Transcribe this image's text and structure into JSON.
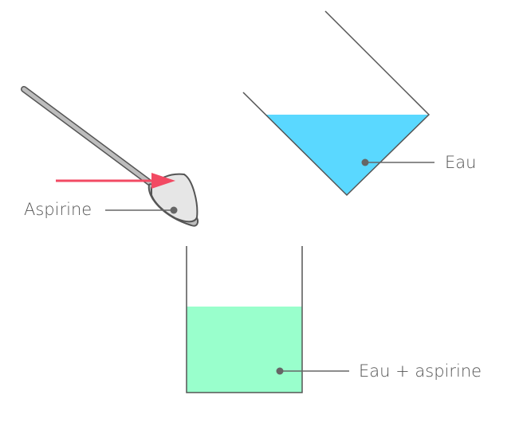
{
  "labels": {
    "aspirine": "Aspirine",
    "eau": "Eau",
    "eau_aspirine": "Eau + aspirine"
  },
  "colors": {
    "water": "#5ad8ff",
    "solution": "#99ffcc",
    "arrow": "#f24a63",
    "spoon_fill": "#bdbdbd",
    "powder": "#e6e6e6",
    "outline": "#555555"
  }
}
